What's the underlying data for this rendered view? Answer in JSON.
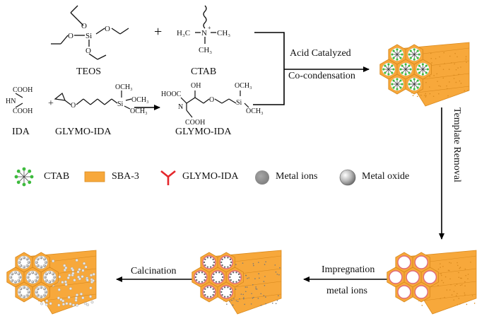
{
  "colors": {
    "sba3": "#f7a83b",
    "sba3_dark": "#d98a1f",
    "pore_rim": "#ffffff",
    "pore_fill": "#f7a83b",
    "ctab_green": "#3dbb3d",
    "glymo_red": "#e5262b",
    "metal_ion": "#8a8a8a",
    "metal_oxide": "#b5b5b5",
    "impregnation_ring": "#e06a7a",
    "arrow": "#000000"
  },
  "molecules": {
    "teos_label": "TEOS",
    "ctab_label": "CTAB",
    "ida_label": "IDA",
    "glymo_ida_reagent_label": "GLYMO-IDA",
    "glymo_ida_product_label": "GLYMO-IDA",
    "plus": "+",
    "teos_atoms": {
      "si": "Si",
      "o": "O"
    },
    "ctab_atoms": {
      "h3c_left": "H₃C",
      "ch3_right": "CH₃",
      "n": "N",
      "charge": "+",
      "ch3_bottom": "CH₃"
    },
    "ida_atoms": {
      "cooh_top": "COOH",
      "hn": "HN",
      "cooh_bottom": "COOH"
    },
    "glymo_atoms": {
      "och3_top": "OCH₃",
      "och3_right": "OCH₃",
      "si": "Si",
      "och3_mid": "OCH₃"
    },
    "product_atoms": {
      "hooc": "HOOC",
      "oh": "OH",
      "n": "N",
      "cooh": "COOH",
      "och3_a": "OCH₃",
      "och3_b": "OCH₃",
      "si": "Si",
      "o": "O"
    }
  },
  "steps": {
    "acid_line1": "Acid Catalyzed",
    "acid_line2": "Co-condensation",
    "template_removal": "Template Removal",
    "impregnation_line1": "Impregnation",
    "impregnation_line2": "metal ions",
    "calcination": "Calcination"
  },
  "legend": [
    {
      "icon": "ctab-icon",
      "label": "CTAB"
    },
    {
      "icon": "sba3-icon",
      "label": "SBA-3"
    },
    {
      "icon": "glymo-ida-icon",
      "label": "GLYMO-IDA"
    },
    {
      "icon": "metal-ion-icon",
      "label": "Metal ions"
    },
    {
      "icon": "metal-oxide-icon",
      "label": "Metal oxide"
    }
  ]
}
